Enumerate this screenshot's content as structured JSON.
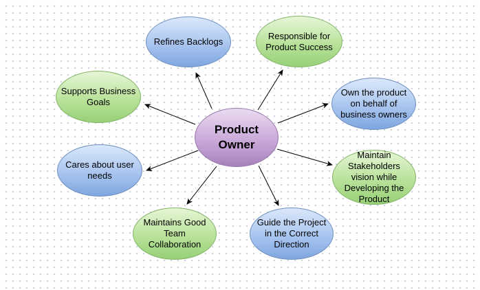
{
  "diagram": {
    "center": {
      "label": "Product\nOwner"
    },
    "nodes": [
      {
        "id": "refines",
        "label": "Refines Backlogs"
      },
      {
        "id": "responsible",
        "label": "Responsible for\nProduct Success"
      },
      {
        "id": "own",
        "label": "Own the product\non behalf of\nbusiness owners"
      },
      {
        "id": "maintain-vision",
        "label": "Maintain\nStakeholders\nvision while\nDeveloping the\nProduct"
      },
      {
        "id": "guide",
        "label": "Guide the Project\nin the Correct\nDirection"
      },
      {
        "id": "collab",
        "label": "Maintains Good\nTeam\nCollaboration"
      },
      {
        "id": "cares",
        "label": "Cares about user\nneeds"
      },
      {
        "id": "supports",
        "label": "Supports Business\nGoals"
      }
    ],
    "colors": {
      "blue_fill": "#a9c5ef",
      "blue_stroke": "#6c8ebf",
      "green_fill": "#b9e29a",
      "green_stroke": "#82b366",
      "purple_fill": "#c9a9d9",
      "purple_stroke": "#9673a6",
      "edge": "#000000"
    }
  }
}
